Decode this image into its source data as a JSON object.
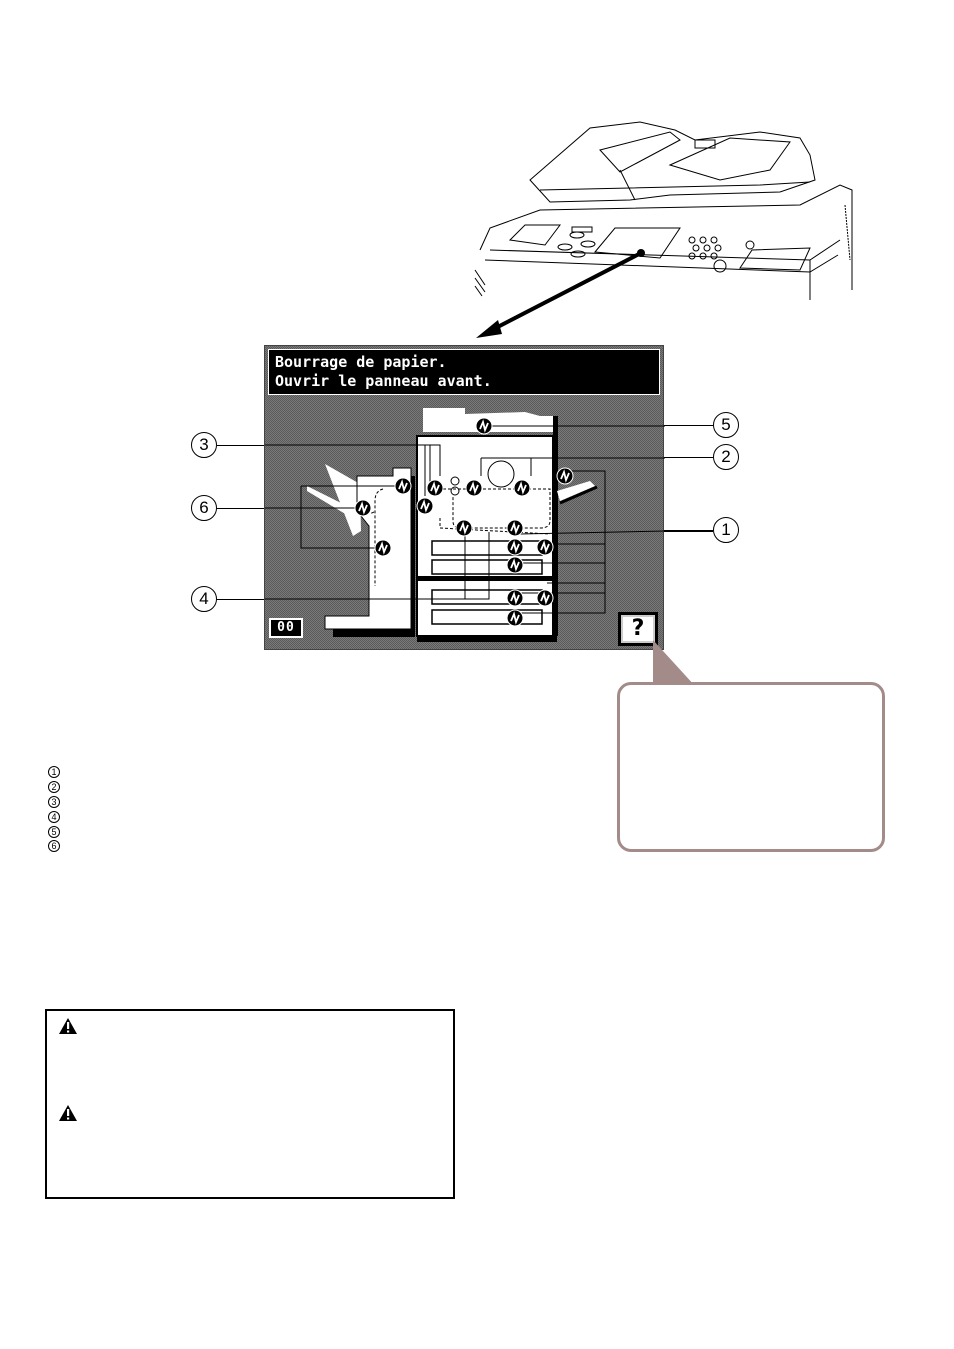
{
  "panel": {
    "message_line1": "Bourrage de papier.",
    "message_line2": "Ouvrir le panneau avant.",
    "counter": "00",
    "help_button": "?"
  },
  "callouts": [
    {
      "number": "1",
      "label_glyph": "1"
    },
    {
      "number": "2",
      "label_glyph": "2"
    },
    {
      "number": "3",
      "label_glyph": "3"
    },
    {
      "number": "4",
      "label_glyph": "4"
    },
    {
      "number": "5",
      "label_glyph": "5"
    },
    {
      "number": "6",
      "label_glyph": "6"
    }
  ],
  "legend": {
    "items": [
      {
        "glyph": "1"
      },
      {
        "glyph": "2"
      },
      {
        "glyph": "3"
      },
      {
        "glyph": "4"
      },
      {
        "glyph": "5"
      },
      {
        "glyph": "6"
      }
    ]
  },
  "warning_box": {
    "icons": [
      "caution-triangle-icon",
      "caution-triangle-icon"
    ]
  },
  "colors": {
    "bubble_border": "#a38b89",
    "panel_black": "#000000",
    "panel_screen": "#7a7a7a"
  }
}
